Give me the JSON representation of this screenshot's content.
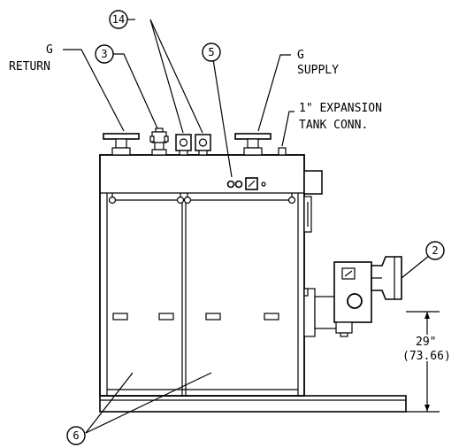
{
  "labels": {
    "g_return_top": "G",
    "g_return_bottom": "RETURN",
    "g_supply_top": "G",
    "g_supply_bottom": "SUPPLY",
    "expansion_line1": "1\" EXPANSION",
    "expansion_line2": "TANK CONN.",
    "dim_inches": "29\"",
    "dim_cm": "(73.66)"
  },
  "callouts": {
    "c14": "14",
    "c3": "3",
    "c5": "5",
    "c2": "2",
    "c6": "6"
  }
}
